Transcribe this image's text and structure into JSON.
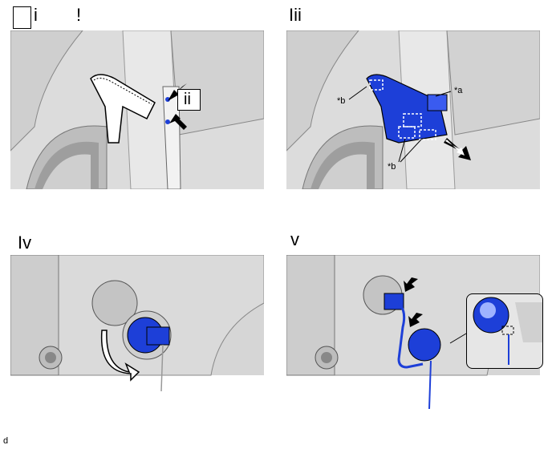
{
  "labels": {
    "box_glyph": "",
    "step_i": "i",
    "exclaim": "!",
    "step_ii_tag": "ii",
    "step_iii": "Iii",
    "callout_a": "*a",
    "callout_b_left": "*b",
    "callout_b_bottom": "*b",
    "step_iv": "Iv",
    "step_v": "v",
    "footer": "d"
  },
  "colors": {
    "part_blue": "#1d3fd8",
    "body_light": "#e3e3e3",
    "body_mid": "#c8c8c8",
    "body_dark": "#9a9a9a",
    "line": "#000000"
  },
  "icons": [
    "arrow-icon",
    "rotate-arrow-icon",
    "pull-arrow-icon"
  ]
}
